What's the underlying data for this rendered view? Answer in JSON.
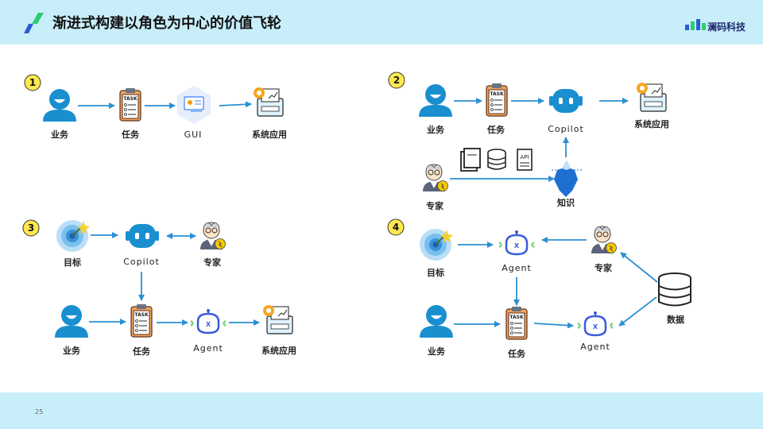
{
  "header": {
    "title": "渐进式构建以角色为中心的价值飞轮",
    "brand": "澜码科技"
  },
  "footer": {
    "page_number": "25"
  },
  "panels": [
    {
      "number": "1",
      "labels": {
        "business": "业务",
        "task": "任务",
        "gui": "GUI",
        "system": "系统应用"
      }
    },
    {
      "number": "2",
      "labels": {
        "business": "业务",
        "task": "任务",
        "copilot": "Copilot",
        "system": "系统应用",
        "expert": "专家",
        "knowledge": "知识",
        "api": "API"
      }
    },
    {
      "number": "3",
      "labels": {
        "goal": "目标",
        "copilot": "Copilot",
        "expert": "专家",
        "business": "业务",
        "task": "任务",
        "agent": "Agent",
        "system": "系统应用"
      }
    },
    {
      "number": "4",
      "labels": {
        "goal": "目标",
        "agent_top": "Agent",
        "expert": "专家",
        "data": "数据",
        "business": "业务",
        "task": "任务",
        "agent_bottom": "Agent"
      }
    }
  ],
  "colors": {
    "accent": "#2b8fd3",
    "header_bg": "#c8eefa",
    "badge": "#ffe84d",
    "brand_green": "#2ecc71",
    "brand_blue": "#2a5bd7"
  }
}
